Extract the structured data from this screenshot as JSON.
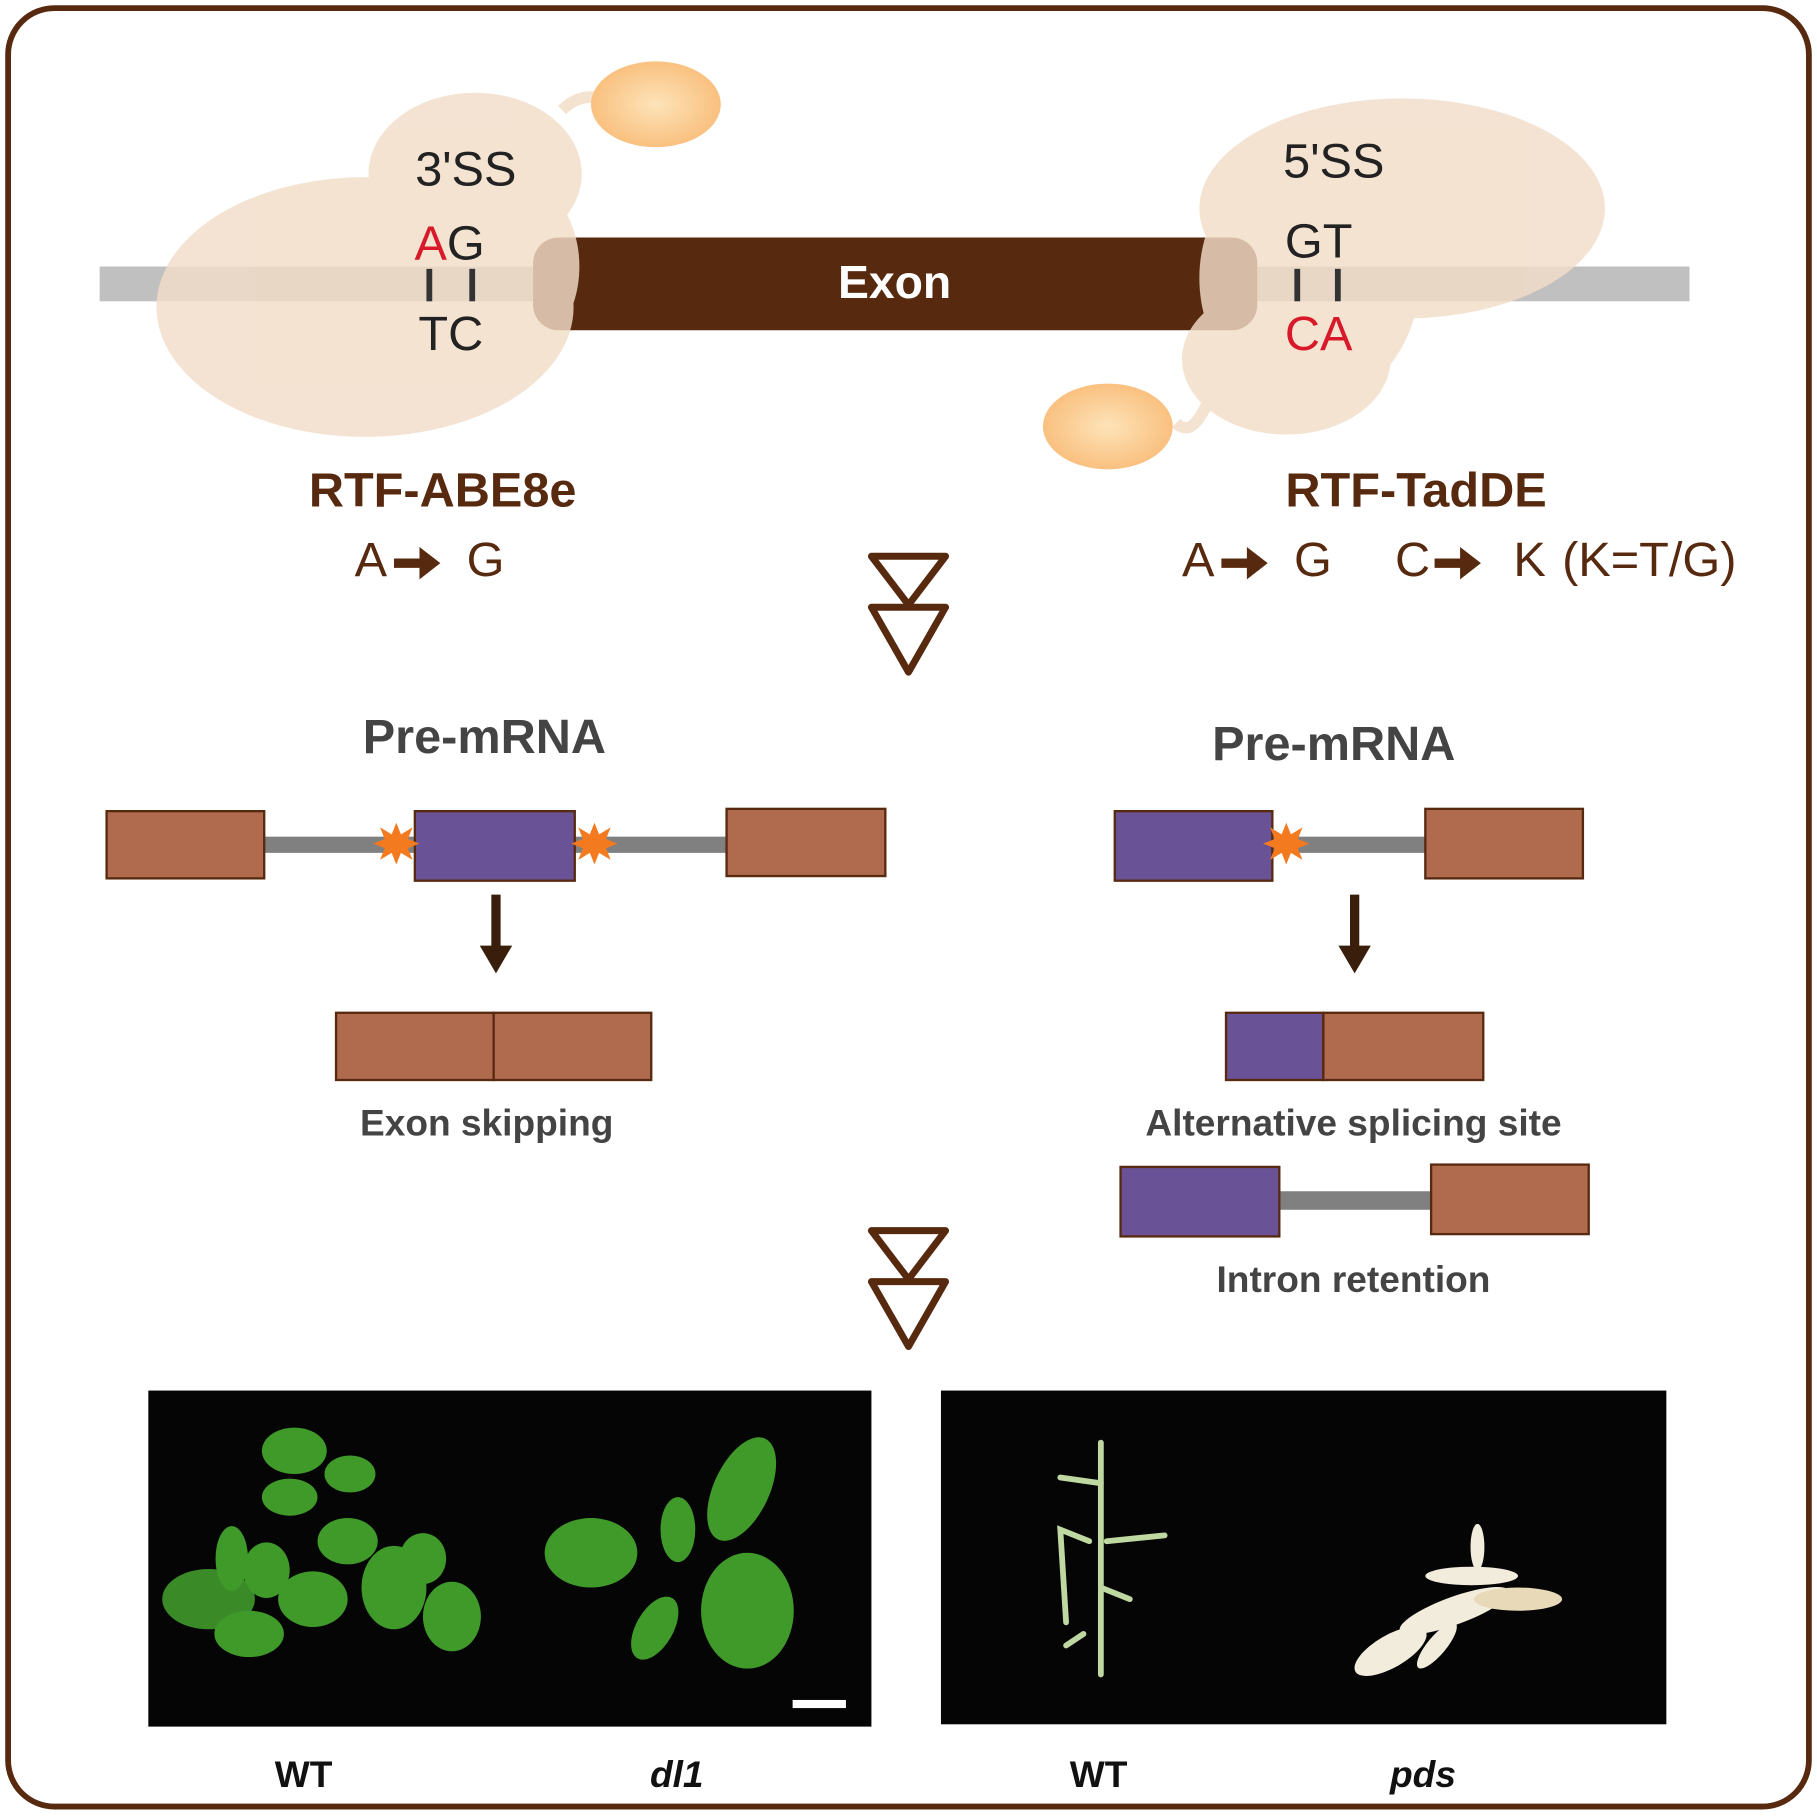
{
  "top": {
    "exon_label": "Exon",
    "left_site": {
      "label": "3'SS",
      "top_red": "A",
      "top_black": "G",
      "bottom": "TC"
    },
    "right_site": {
      "label": "5'SS",
      "top": "GT",
      "bottom_red": "CA"
    },
    "left_editor": {
      "name": "RTF-ABE8e",
      "edit": [
        "A",
        "G"
      ]
    },
    "right_editor": {
      "name": "RTF-TadDE",
      "edit1": [
        "A",
        "G"
      ],
      "edit2": [
        "C",
        "K"
      ],
      "note": "(K=T/G)"
    }
  },
  "middle": {
    "left_title": "Pre-mRNA",
    "right_title": "Pre-mRNA",
    "left_outcome": "Exon skipping",
    "right_outcome_1": "Alternative splicing site",
    "right_outcome_2": "Intron retention"
  },
  "bottom": {
    "labels": [
      "WT",
      "dl1",
      "WT",
      "pds"
    ]
  },
  "colors": {
    "brown": "#572a10",
    "exon_brown": "#b06a4e",
    "purple": "#6a5296",
    "red": "#d7192a",
    "blob": "#f2ddc8",
    "ball": "#fbc98a",
    "star": "#f47a20",
    "intron": "#808080"
  }
}
